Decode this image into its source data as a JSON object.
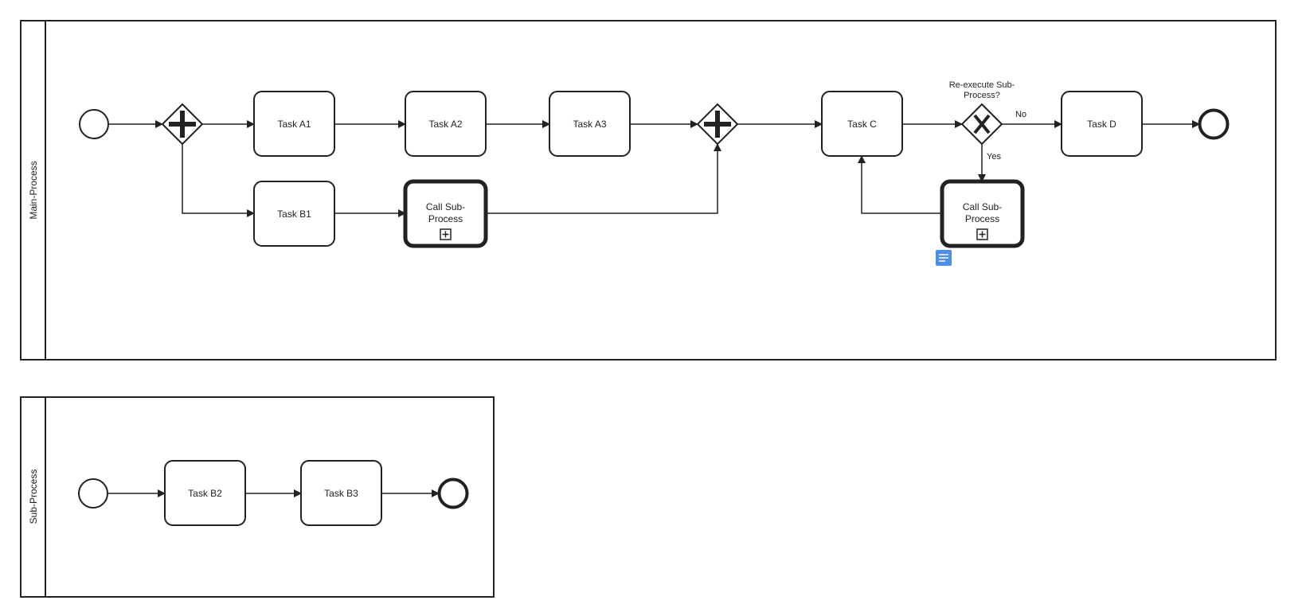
{
  "pools": {
    "main": {
      "label": "Main-Process"
    },
    "sub": {
      "label": "Sub-Process"
    }
  },
  "tasks": {
    "a1": "Task A1",
    "a2": "Task A2",
    "a3": "Task A3",
    "b1": "Task B1",
    "c": "Task C",
    "d": "Task D",
    "b2": "Task B2",
    "b3": "Task B3"
  },
  "call_activities": {
    "first": {
      "line1": "Call Sub-",
      "line2": "Process"
    },
    "second": {
      "line1": "Call Sub-",
      "line2": "Process"
    }
  },
  "gateway": {
    "question_line1": "Re-execute Sub-",
    "question_line2": "Process?",
    "no_label": "No",
    "yes_label": "Yes"
  },
  "colors": {
    "stroke": "#222222",
    "annotation_badge": "#4a8ef0"
  },
  "icons": {
    "parallel_gateway": "plus-icon",
    "exclusive_gateway": "x-icon",
    "subprocess_marker": "expand-box-icon",
    "annotation": "note-icon"
  }
}
